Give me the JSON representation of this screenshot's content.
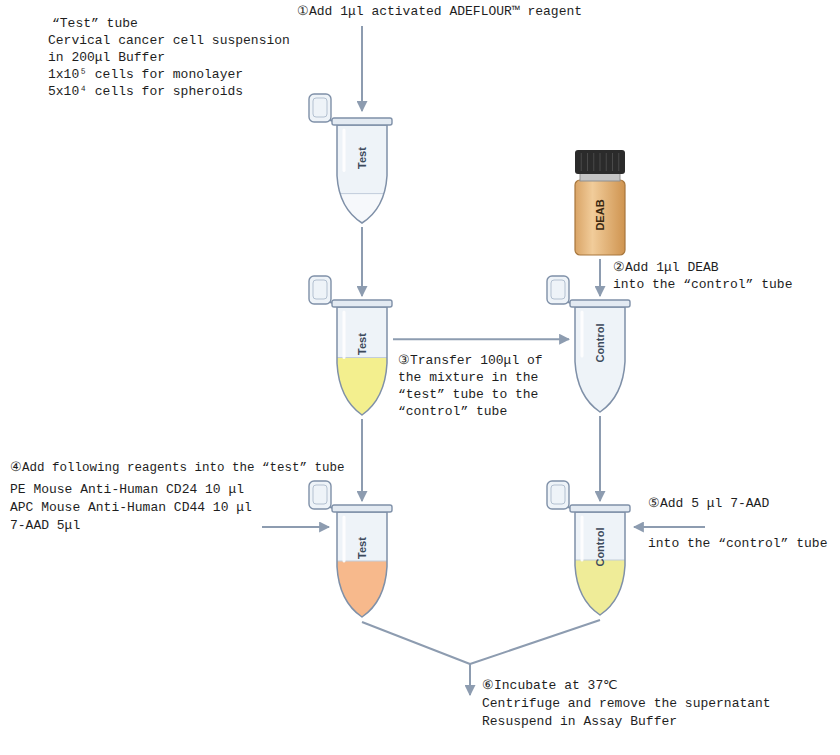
{
  "diagram": {
    "nodes": [
      {
        "text": [
          "Test"
        ]
      },
      {
        "text": [
          "DEAB"
        ]
      },
      {
        "text": [
          "Test"
        ]
      },
      {
        "text": [
          "Control"
        ]
      },
      {
        "text": [
          "Test"
        ]
      },
      {
        "text": [
          "Control"
        ]
      }
    ],
    "edges": [
      {
        "from": 0,
        "to": 2,
        "arrow": "to"
      },
      {
        "from": 1,
        "to": 3,
        "arrow": "to"
      },
      {
        "from": 2,
        "to": 3,
        "arrow": "to"
      },
      {
        "from": 2,
        "to": 4,
        "arrow": "to"
      },
      {
        "from": 3,
        "to": 5,
        "arrow": "to"
      }
    ],
    "labels": [
      "①Add 1μl activated ADEFLOUR™ reagent",
      "“Test” tube",
      "Cervical cancer cell suspension",
      "in 200μl Buffer",
      "1x10⁵ cells for monolayer",
      "5x10⁴ cells for spheroids",
      "②Add 1μl DEAB",
      "into the “control” tube",
      "③Transfer 100μl of the mixture in the “test” tube to the “control” tube",
      "④Add following reagents into the “test” tube",
      "PE Mouse Anti-Human CD24 10 μl",
      "APC Mouse Anti-Human CD44 10 μl",
      "7-AAD 5μl",
      "⑤Add 5 μl 7-AAD",
      "into the “control” tube",
      "⑥Incubate at 37℃",
      "Centrifuge and remove the supernatant",
      "Resuspend in Assay Buffer"
    ]
  }
}
